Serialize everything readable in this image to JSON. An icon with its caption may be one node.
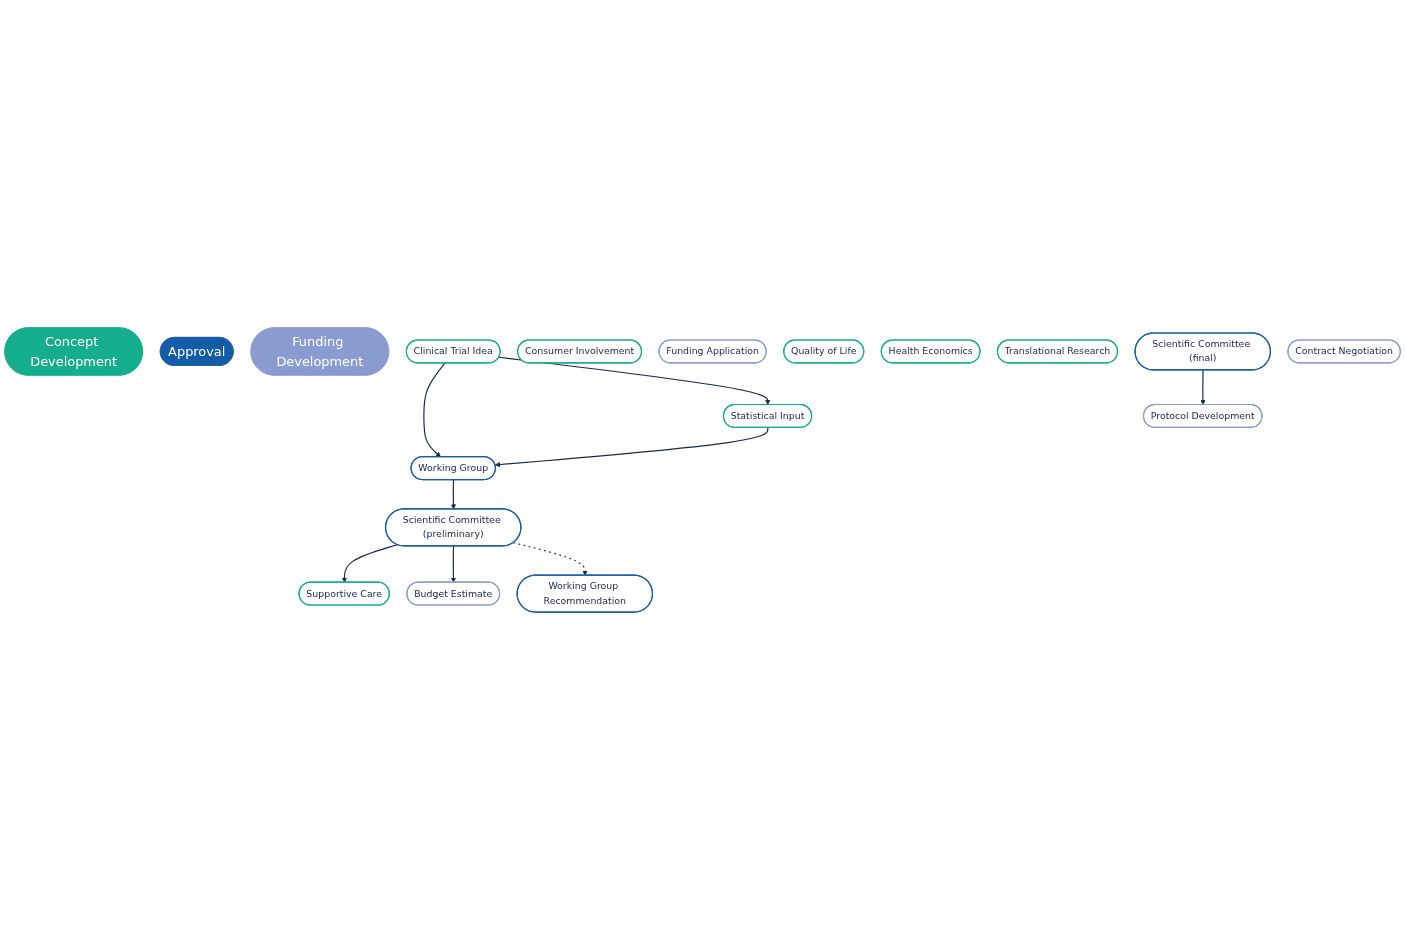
{
  "diagram": {
    "nodes": [
      {
        "text": [
          "Concept Development"
        ]
      },
      {
        "text": [
          "Approval"
        ]
      },
      {
        "text": [
          "Funding Development"
        ]
      },
      {
        "text": [
          "Clinical Trial Idea"
        ]
      },
      {
        "text": [
          "Working Group"
        ]
      },
      {
        "text": [
          "Statistical Input"
        ]
      },
      {
        "text": [
          "Scientific Committee (preliminary)"
        ]
      },
      {
        "text": [
          "Supportive Care"
        ]
      },
      {
        "text": [
          "Budget Estimate"
        ]
      },
      {
        "text": [
          "Consumer Involvement"
        ]
      },
      {
        "text": [
          "Funding Application"
        ]
      },
      {
        "text": [
          "Quality of Life"
        ]
      },
      {
        "text": [
          "Health Economics"
        ]
      },
      {
        "text": [
          "Working Group Recommendation"
        ]
      },
      {
        "text": [
          "Translational Research"
        ]
      },
      {
        "text": [
          "Scientific Committee (final)"
        ]
      },
      {
        "text": [
          "Contract Negotiation"
        ]
      },
      {
        "text": [
          "Protocol Development"
        ]
      }
    ],
    "edges": [
      {
        "from": 3,
        "to": 4,
        "arrow": "to"
      },
      {
        "from": 3,
        "to": 5,
        "arrow": "to"
      },
      {
        "from": 5,
        "to": 4,
        "arrow": "to"
      },
      {
        "from": 4,
        "to": 6,
        "arrow": "to"
      },
      {
        "from": 6,
        "to": 7,
        "arrow": "to"
      },
      {
        "from": 6,
        "to": 8,
        "arrow": "to"
      },
      {
        "from": 6,
        "to": 13,
        "arrow": "to",
        "style": "dashed"
      },
      {
        "from": 15,
        "to": 17,
        "arrow": "to"
      }
    ]
  }
}
